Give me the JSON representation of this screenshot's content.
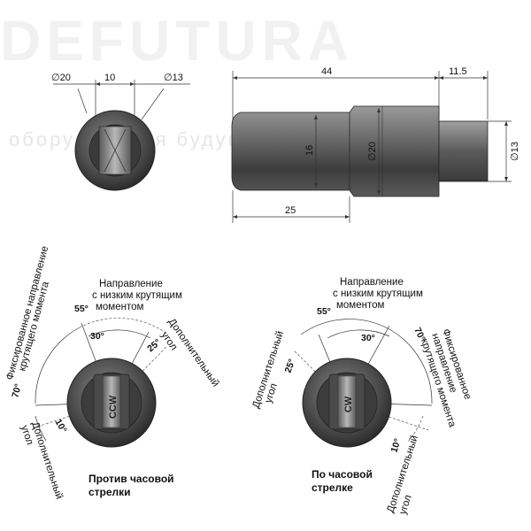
{
  "watermark": {
    "brand": "DEFUTURA",
    "tagline": "оборудования будущего"
  },
  "top_left": {
    "d20": "∅20",
    "w10": "10",
    "d13": "∅13"
  },
  "side": {
    "len44": "44",
    "len11": "11.5",
    "len25": "25",
    "h16": "16",
    "d20": "∅20",
    "d13": "∅13"
  },
  "left_view": {
    "fixed": "Фиксированное направление",
    "fixed2": "крутящего момента",
    "low1": "Направление",
    "low2": "с низким крутящим",
    "low3": "моментом",
    "extra_r": "Дополнительный",
    "extra_r2": "угол",
    "extra_l": "Дополнительный",
    "extra_l2": "угол",
    "a55": "55°",
    "a30": "30°",
    "a25": "25°",
    "a70": "70°",
    "a10": "10°",
    "knob": "CCW",
    "cap1": "Против часовой",
    "cap2": "стрелки"
  },
  "right_view": {
    "low1": "Направление",
    "low2": "с низким крутящим",
    "low3": "моментом",
    "fixed1": "Фиксированное",
    "fixed2": "направление",
    "fixed3": "крутящего момента",
    "extra_l": "Дополнительный",
    "extra_l2": "угол",
    "extra_b": "Дополнительный",
    "extra_b2": "угол",
    "a55": "55°",
    "a30": "30°",
    "a25": "25°",
    "a70": "70°",
    "a10": "10°",
    "knob": "CW",
    "cap1": "По часовой",
    "cap2": "стрелке"
  }
}
